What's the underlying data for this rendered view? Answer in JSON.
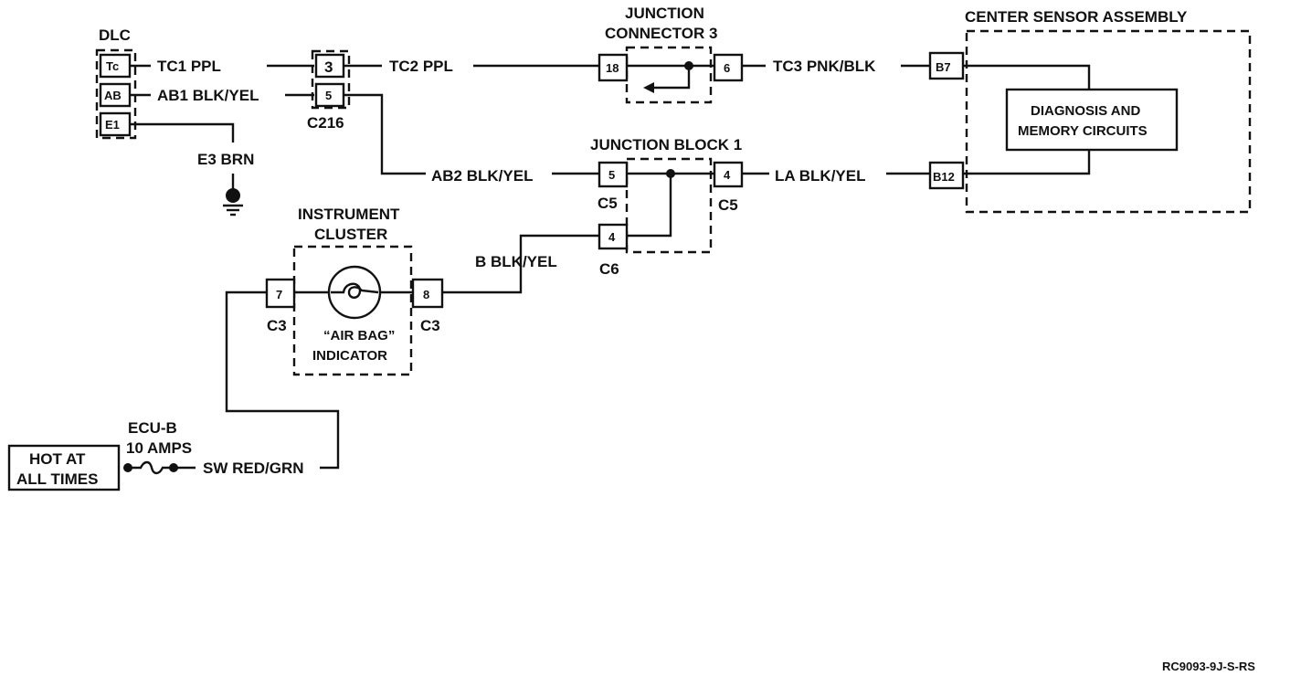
{
  "labels": {
    "dlc": "DLC",
    "tc1": "TC1 PPL",
    "ab1": "AB1 BLK/YEL",
    "e3": "E3 BRN",
    "c216": "C216",
    "tc2": "TC2 PPL",
    "jc3_line1": "JUNCTION",
    "jc3_line2": "CONNECTOR 3",
    "tc3": "TC3 PNK/BLK",
    "csa": "CENTER SENSOR ASSEMBLY",
    "diag_line1": "DIAGNOSIS AND",
    "diag_line2": "MEMORY CIRCUITS",
    "jb1": "JUNCTION BLOCK 1",
    "ab2": "AB2 BLK/YEL",
    "la": "LA BLK/YEL",
    "c5_left": "C5",
    "c5_right": "C5",
    "c6": "C6",
    "b_wire": "B BLK/YEL",
    "ic_line1": "INSTRUMENT",
    "ic_line2": "CLUSTER",
    "c3_left": "C3",
    "c3_right": "C3",
    "airbag_line1": "“AIR BAG”",
    "airbag_line2": "INDICATOR",
    "ecub": "ECU-B",
    "amps": "10 AMPS",
    "hot_line1": "HOT AT",
    "hot_line2": "ALL TIMES",
    "sw": "SW RED/GRN",
    "ref": "RC9093-9J-S-RS"
  },
  "pins": {
    "dlc_tc": "Tc",
    "dlc_ab": "AB",
    "dlc_e1": "E1",
    "c216_3": "3",
    "c216_5": "5",
    "jc3_18": "18",
    "jc3_6": "6",
    "csa_b7": "B7",
    "csa_b12": "B12",
    "jb1_5": "5",
    "jb1_4": "4",
    "jb1_c6_4": "4",
    "ic_7": "7",
    "ic_8": "8"
  }
}
